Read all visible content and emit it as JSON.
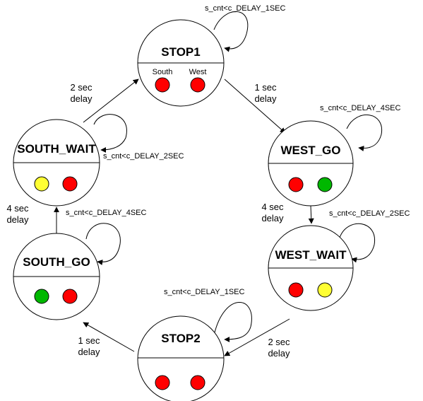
{
  "states": {
    "stop1": {
      "name": "STOP1",
      "south_label": "South",
      "west_label": "West",
      "south_light": "red",
      "west_light": "red",
      "self_condition": "s_cnt<c_DELAY_1SEC"
    },
    "west_go": {
      "name": "WEST_GO",
      "south_light": "red",
      "west_light": "green",
      "self_condition": "s_cnt<c_DELAY_4SEC"
    },
    "west_wait": {
      "name": "WEST_WAIT",
      "south_light": "red",
      "west_light": "yellow",
      "self_condition": "s_cnt<c_DELAY_2SEC"
    },
    "stop2": {
      "name": "STOP2",
      "south_light": "red",
      "west_light": "red",
      "self_condition": "s_cnt<c_DELAY_1SEC"
    },
    "south_go": {
      "name": "SOUTH_GO",
      "south_light": "green",
      "west_light": "red",
      "self_condition": "s_cnt<c_DELAY_4SEC"
    },
    "south_wait": {
      "name": "SOUTH_WAIT",
      "south_light": "yellow",
      "west_light": "red",
      "self_condition": "s_cnt<c_DELAY_2SEC"
    }
  },
  "transitions": {
    "stop1_to_west_go": {
      "line1": "1 sec",
      "line2": "delay"
    },
    "west_go_to_west_wait": {
      "line1": "4 sec",
      "line2": "delay"
    },
    "west_wait_to_stop2": {
      "line1": "2 sec",
      "line2": "delay"
    },
    "stop2_to_south_go": {
      "line1": "1 sec",
      "line2": "delay"
    },
    "south_go_to_south_wait": {
      "line1": "4 sec",
      "line2": "delay"
    },
    "south_wait_to_stop1": {
      "line1": "2 sec",
      "line2": "delay"
    }
  },
  "colors": {
    "red": "#ff0000",
    "green": "#00b800",
    "yellow": "#ffff33",
    "stroke": "#000000"
  }
}
